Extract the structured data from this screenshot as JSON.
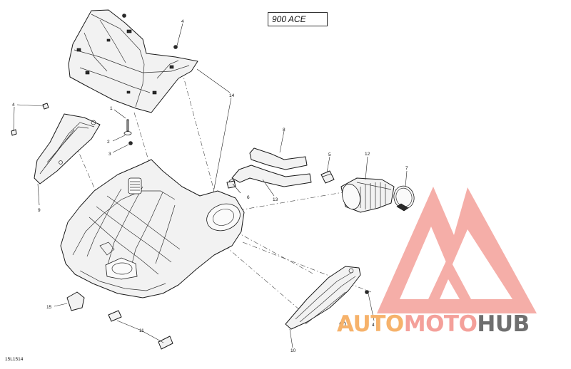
{
  "model": "900 ACE",
  "reference_code": "15L1514",
  "callouts": [
    {
      "id": "c1",
      "label": "1"
    },
    {
      "id": "c2",
      "label": "2"
    },
    {
      "id": "c3",
      "label": "3"
    },
    {
      "id": "c4a",
      "label": "4"
    },
    {
      "id": "c4b",
      "label": "4"
    },
    {
      "id": "c4c",
      "label": "4"
    },
    {
      "id": "c5",
      "label": "5"
    },
    {
      "id": "c6",
      "label": "6"
    },
    {
      "id": "c7",
      "label": "7"
    },
    {
      "id": "c8",
      "label": "8"
    },
    {
      "id": "c9",
      "label": "9"
    },
    {
      "id": "c10",
      "label": "10"
    },
    {
      "id": "c11",
      "label": "11"
    },
    {
      "id": "c12",
      "label": "12"
    },
    {
      "id": "c13",
      "label": "13"
    },
    {
      "id": "c14",
      "label": "14"
    },
    {
      "id": "c15",
      "label": "15"
    }
  ],
  "watermark": {
    "brand_parts": [
      "AUTO",
      "MOTO",
      "HUB"
    ],
    "colors": {
      "auto": "#f6b26b",
      "moto": "#f4a09a",
      "hub": "#6f6f6f",
      "logo": "#f28b82"
    }
  }
}
